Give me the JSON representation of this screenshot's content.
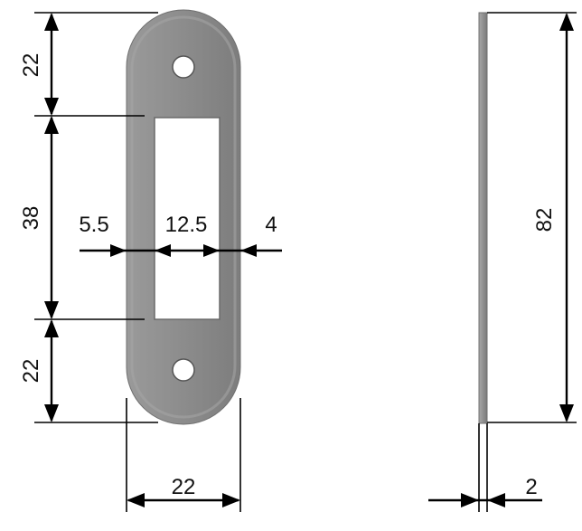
{
  "drawing": {
    "front_view": {
      "dimensions": {
        "top_end": "22",
        "slot_length": "38",
        "bottom_end": "22",
        "left_margin": "5.5",
        "slot_width": "12.5",
        "right_margin": "4",
        "plate_width": "22"
      }
    },
    "side_view": {
      "dimensions": {
        "total_length": "82",
        "thickness": "2"
      }
    },
    "colors": {
      "plate_fill": "#8a8a8a",
      "plate_highlight": "#a9a9a9",
      "slot_fill": "#ffffff",
      "line": "#000000"
    }
  }
}
